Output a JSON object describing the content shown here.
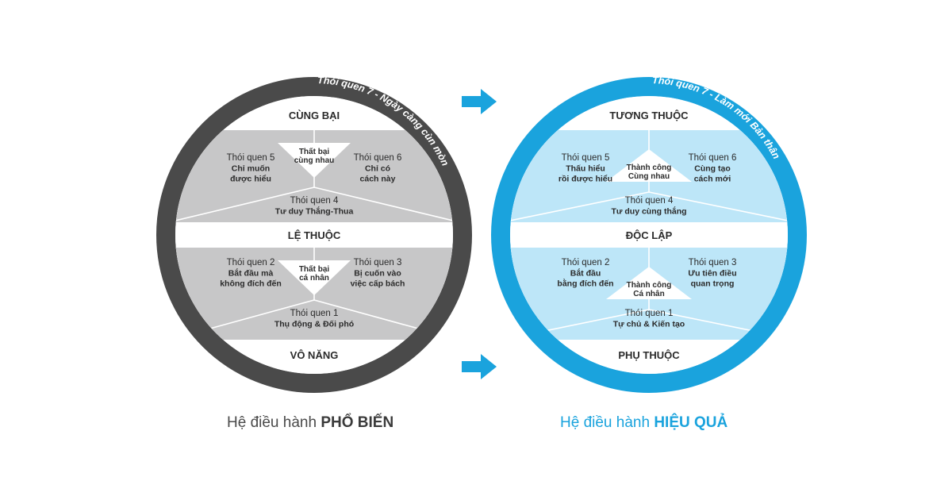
{
  "colors": {
    "left_ring": "#4a4a4a",
    "left_fill": "#c7c7c8",
    "right_ring": "#1aa3dd",
    "right_fill": "#bde6f8",
    "arrow": "#1aa3dd",
    "text_dark": "#2b2b2b",
    "caption_left": "#4a4a4a",
    "caption_right": "#1aa3dd"
  },
  "left": {
    "ring_text": "Thói quen 7 - Ngày càng cùn mòn",
    "top_band": "CÙNG BẠI",
    "middle_band": "LỆ THUỘC",
    "bottom_band": "VÔ NĂNG",
    "upper": {
      "triangle": [
        "Thất bại",
        "cùng nhau"
      ],
      "left": {
        "title": "Thói quen 5",
        "desc": [
          "Chỉ muốn",
          "được hiểu"
        ]
      },
      "right": {
        "title": "Thói quen 6",
        "desc": [
          "Chỉ có",
          "cách này"
        ]
      },
      "center": {
        "title": "Thói quen 4",
        "desc": [
          "Tư duy Thắng-Thua"
        ]
      }
    },
    "lower": {
      "triangle": [
        "Thất bại",
        "cá nhân"
      ],
      "left": {
        "title": "Thói quen 2",
        "desc": [
          "Bắt đầu mà",
          "không đích đến"
        ]
      },
      "right": {
        "title": "Thói quen 3",
        "desc": [
          "Bị cuốn vào",
          "việc cấp bách"
        ]
      },
      "center": {
        "title": "Thói quen 1",
        "desc": [
          "Thụ động & Đối phó"
        ]
      }
    },
    "caption_prefix": "Hệ điều hành ",
    "caption_emphasis": "PHỔ BIẾN"
  },
  "right": {
    "ring_text": "Thói quen 7 - Làm mới Bản thân",
    "top_band": "TƯƠNG THUỘC",
    "middle_band": "ĐỘC LẬP",
    "bottom_band": "PHỤ THUỘC",
    "upper": {
      "triangle": [
        "Thành công",
        "Cùng nhau"
      ],
      "left": {
        "title": "Thói quen 5",
        "desc": [
          "Thấu hiểu",
          "rồi được hiểu"
        ]
      },
      "right": {
        "title": "Thói quen 6",
        "desc": [
          "Cùng tạo",
          "cách mới"
        ]
      },
      "center": {
        "title": "Thói quen 4",
        "desc": [
          "Tư duy cùng thắng"
        ]
      }
    },
    "lower": {
      "triangle": [
        "Thành công",
        "Cá nhân"
      ],
      "left": {
        "title": "Thói quen 2",
        "desc": [
          "Bắt đầu",
          "bằng đích đến"
        ]
      },
      "right": {
        "title": "Thói quen 3",
        "desc": [
          "Ưu tiên điều",
          "quan trọng"
        ]
      },
      "center": {
        "title": "Thói quen 1",
        "desc": [
          "Tự chủ & Kiến tạo"
        ]
      }
    },
    "caption_prefix": "Hệ điều hành ",
    "caption_emphasis": "HIỆU QUẢ"
  }
}
